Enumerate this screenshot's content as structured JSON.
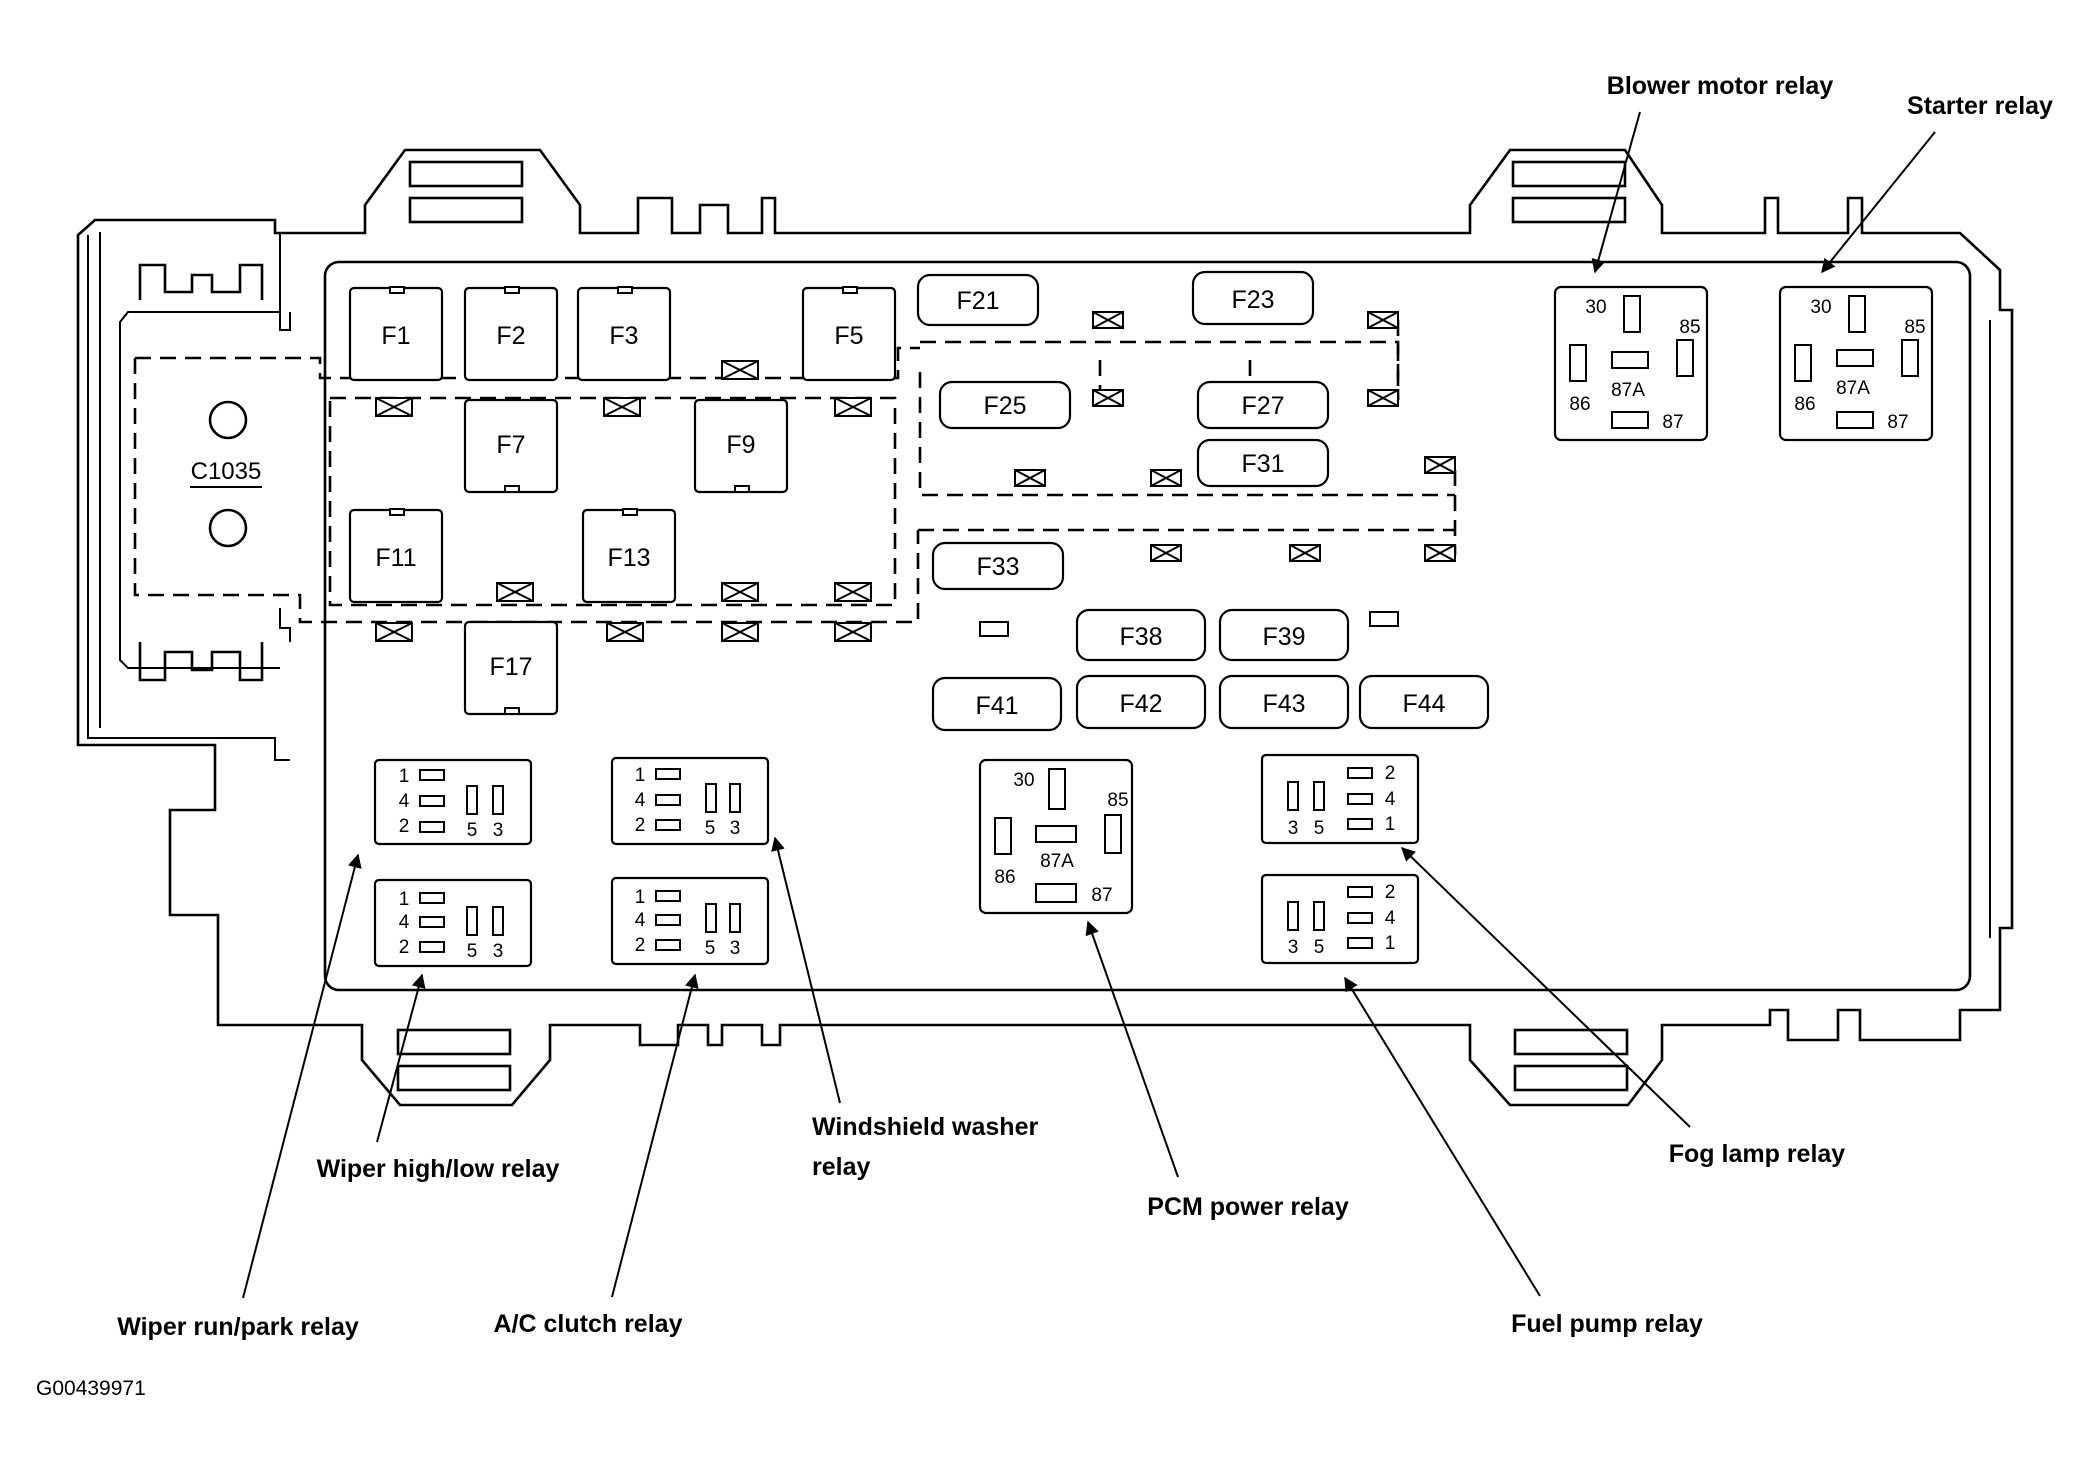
{
  "diagram": {
    "figure_id": "G00439971",
    "connector_label": "C1035",
    "fuses": [
      "F1",
      "F2",
      "F3",
      "F5",
      "F7",
      "F9",
      "F11",
      "F13",
      "F17",
      "F21",
      "F23",
      "F25",
      "F27",
      "F31",
      "F33",
      "F38",
      "F39",
      "F41",
      "F42",
      "F43",
      "F44"
    ],
    "pin_labels": {
      "p30": "30",
      "p85": "85",
      "p86": "86",
      "p87": "87",
      "p87a": "87A",
      "p1": "1",
      "p2": "2",
      "p3": "3",
      "p4": "4",
      "p5": "5"
    },
    "callouts": {
      "blower_motor_relay": "Blower motor relay",
      "starter_relay": "Starter relay",
      "windshield_washer_relay_line1": "Windshield washer",
      "windshield_washer_relay_line2": "relay",
      "wiper_high_low_relay": "Wiper high/low relay",
      "fog_lamp_relay": "Fog lamp relay",
      "pcm_power_relay": "PCM power relay",
      "wiper_run_park_relay": "Wiper run/park relay",
      "ac_clutch_relay": "A/C clutch relay",
      "fuel_pump_relay": "Fuel pump relay"
    }
  }
}
